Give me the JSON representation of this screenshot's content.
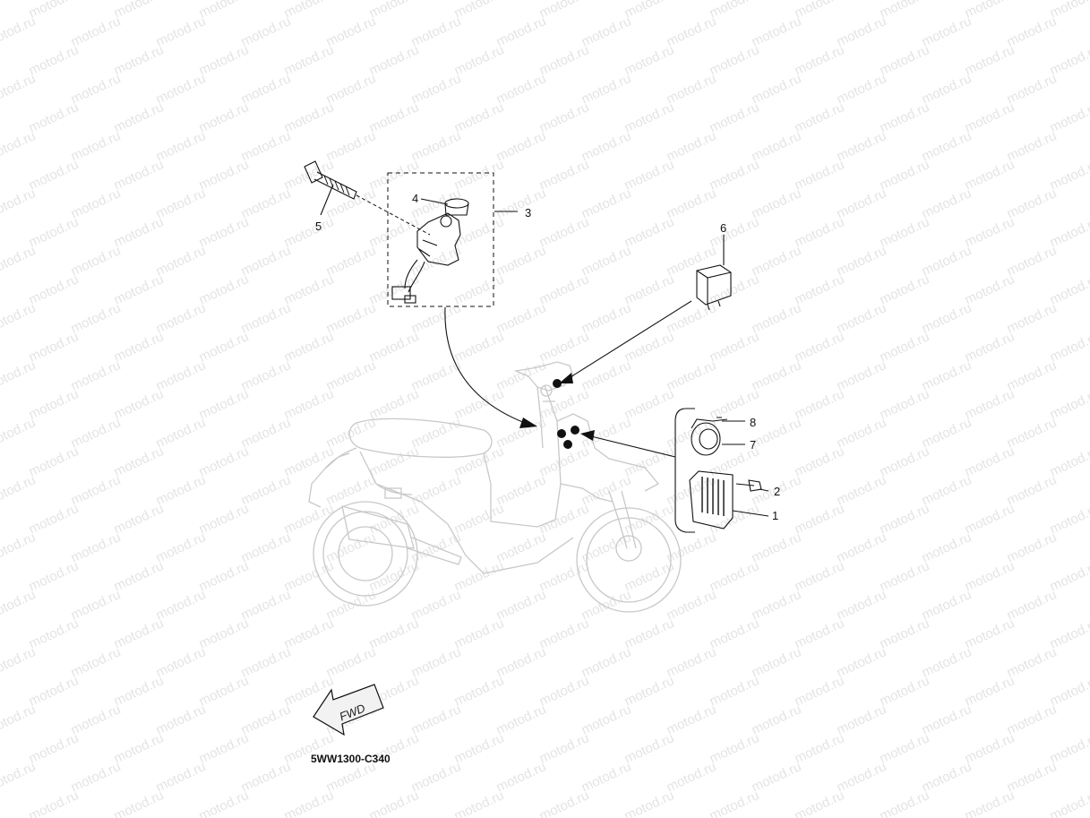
{
  "watermark": {
    "text": "motod.ru"
  },
  "diagram": {
    "part_labels": [
      "1",
      "2",
      "3",
      "4",
      "5",
      "6",
      "7",
      "8"
    ],
    "fwd_label": "FWD",
    "code": "5WW1300-C340"
  }
}
